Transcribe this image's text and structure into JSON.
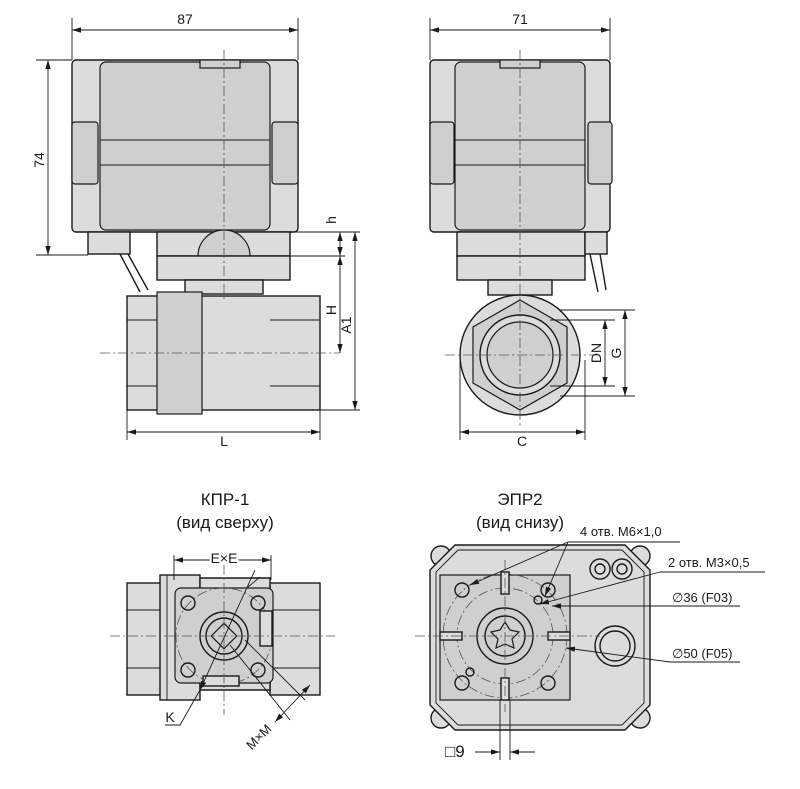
{
  "top_front_view": {
    "width_dim": "87",
    "height_dim": "74",
    "h_dim": "h",
    "H_dim": "H",
    "A1_dim": "A1",
    "L_dim": "L"
  },
  "top_side_view": {
    "width_dim": "71",
    "DN_dim": "DN",
    "G_dim": "G",
    "C_dim": "C"
  },
  "kpr_view": {
    "title": "КПР-1",
    "subtitle": "(вид сверху)",
    "ExE_dim": "E×E",
    "K_dim": "K",
    "MxM_dim": "M×M"
  },
  "epr_view": {
    "title": "ЭПР2",
    "subtitle": "(вид снизу)",
    "callouts": [
      "4 отв. М6×1,0",
      "2 отв. М3×0,5",
      "∅36 (F03)",
      "∅50 (F05)"
    ],
    "square_dim": "□9"
  }
}
